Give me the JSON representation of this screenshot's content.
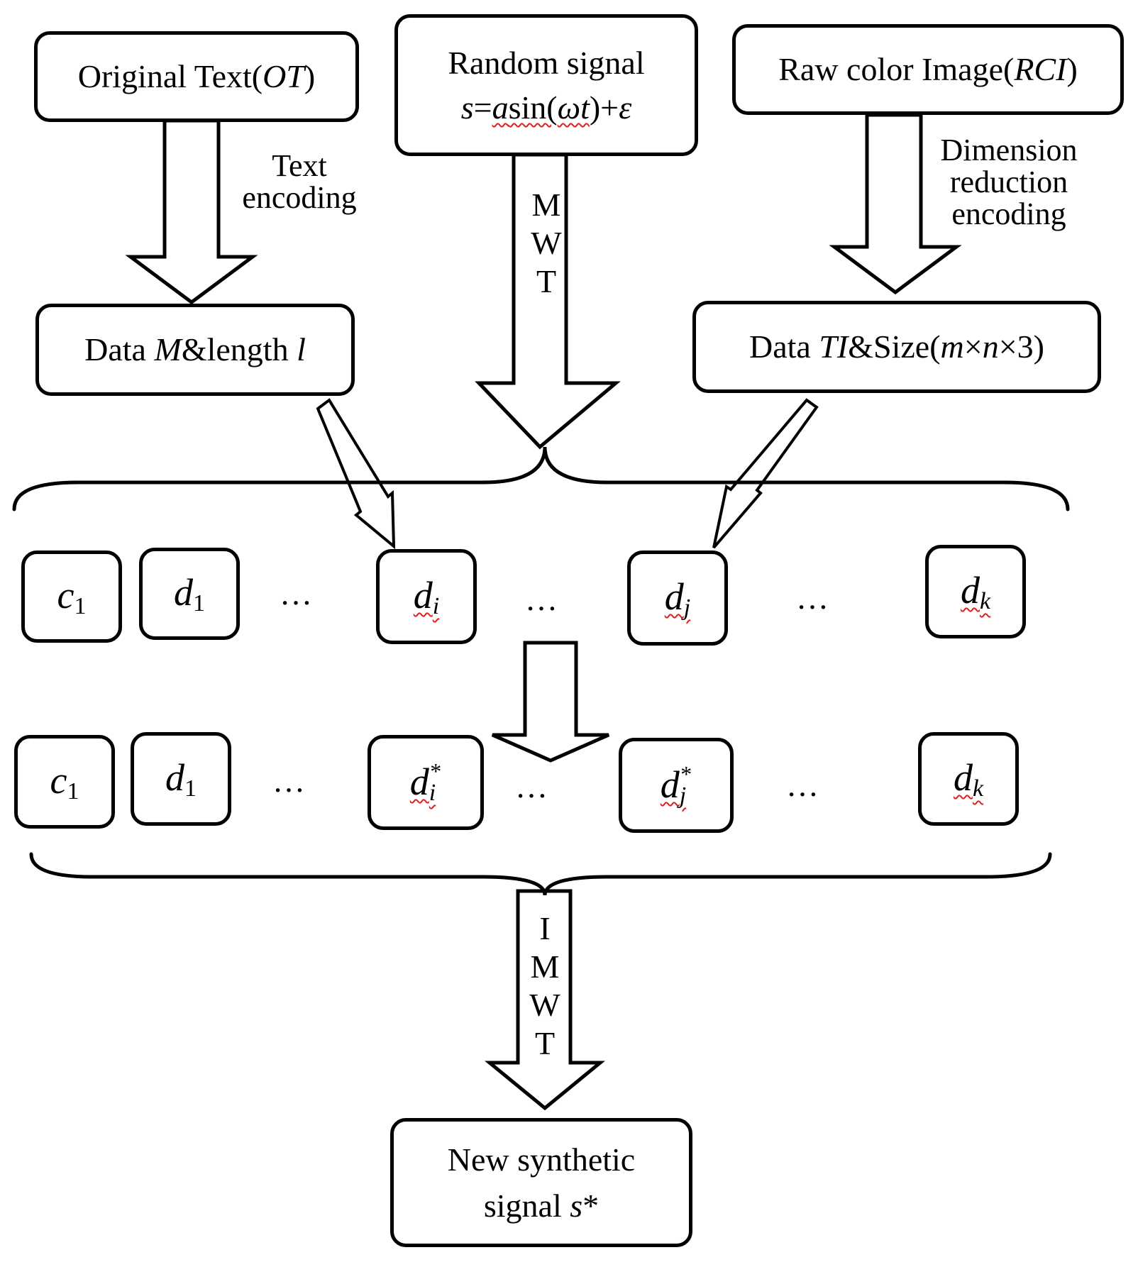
{
  "top": {
    "ot": {
      "pre": "Original Text(",
      "var": "OT",
      "post": ")"
    },
    "signal": {
      "line1": "Random signal",
      "formula": {
        "s": "s",
        "eq": "=",
        "a": "a",
        "sin": "sin(",
        "wt": "ωt",
        "plus": ")+",
        "eps": "ε"
      }
    },
    "rci": {
      "pre": "Raw color Image(",
      "var": "RCI",
      "post": ")"
    }
  },
  "labels": {
    "text_encoding": [
      "Text",
      "encoding"
    ],
    "dim_reduction": [
      "Dimension",
      "reduction",
      "encoding"
    ],
    "mwt": [
      "M",
      "W",
      "T"
    ],
    "imwt": [
      "I",
      "M",
      "W",
      "T"
    ]
  },
  "mid": {
    "data_m": {
      "pre": "Data ",
      "var_m": "M",
      "mid": "&length ",
      "var_l": "l"
    },
    "data_ti": {
      "pre": "Data ",
      "var_ti": "TI",
      "mid": "&Size(",
      "m": "m",
      "x1": "×",
      "n": "n",
      "x2": "×3)"
    }
  },
  "coeffs_row1": {
    "c1": {
      "base": "c",
      "sub": "1"
    },
    "d1": {
      "base": "d",
      "sub": "1"
    },
    "di": {
      "base": "d",
      "sub": "i"
    },
    "dj": {
      "base": "d",
      "sub": "j"
    },
    "dk": {
      "base": "d",
      "sub": "k"
    },
    "ellipsis": "…"
  },
  "coeffs_row2": {
    "c1": {
      "base": "c",
      "sub": "1"
    },
    "d1": {
      "base": "d",
      "sub": "1"
    },
    "di": {
      "base": "d",
      "sub": "i",
      "sup": "*"
    },
    "dj": {
      "base": "d",
      "sub": "j",
      "sup": "*"
    },
    "dk": {
      "base": "d",
      "sub": "k"
    },
    "ellipsis": "…"
  },
  "output": {
    "line1": "New synthetic",
    "line2_pre": "signal ",
    "line2_var": "s",
    "line2_star": "*"
  }
}
